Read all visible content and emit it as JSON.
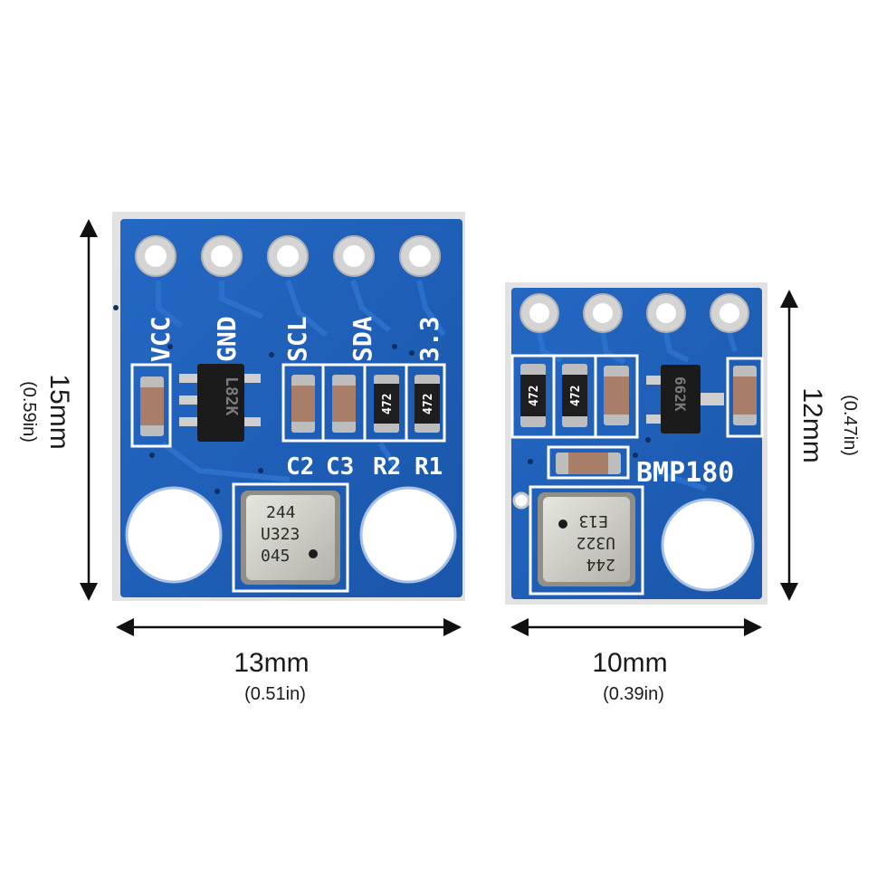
{
  "boards": {
    "large": {
      "pins": [
        "VCC",
        "GND",
        "SCL",
        "SDA",
        "3.3"
      ],
      "components": [
        "C2",
        "C3",
        "R2",
        "R1"
      ],
      "resistor_marks": [
        "472",
        "472"
      ],
      "regulator_marking": "L82K",
      "sensor_marking": [
        "244",
        "U323",
        "045"
      ],
      "width_label": "13mm",
      "width_imperial": "(0.51in)",
      "height_label": "15mm",
      "height_imperial": "(0.59in)"
    },
    "small": {
      "name": "BMP180",
      "resistor_marks": [
        "472",
        "472"
      ],
      "regulator_marking": "662K",
      "sensor_marking": [
        "E13",
        "U322",
        "244"
      ],
      "width_label": "10mm",
      "width_imperial": "(0.39in)",
      "height_label": "12mm",
      "height_imperial": "(0.47in)"
    }
  },
  "colors": {
    "pcb_blue": "#1f5fb8",
    "pcb_blue_dark": "#164a95",
    "silkscreen": "#ffffff",
    "pad_gray": "#c8c8c8",
    "chip_black": "#1b1b1b",
    "sensor_silver": "#c9c9c2"
  }
}
